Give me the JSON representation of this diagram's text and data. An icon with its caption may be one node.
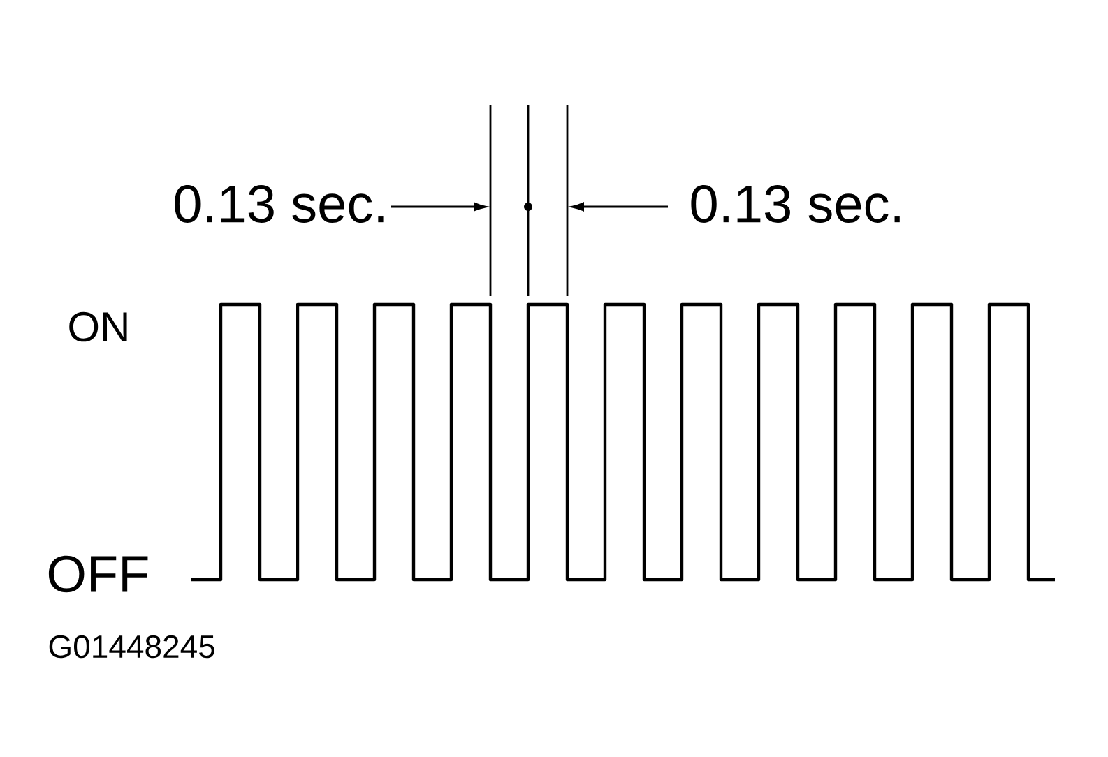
{
  "diagram": {
    "labels": [
      "0.13 sec.",
      "0.13 sec.",
      "ON",
      "OFF",
      "G01448245"
    ]
  }
}
